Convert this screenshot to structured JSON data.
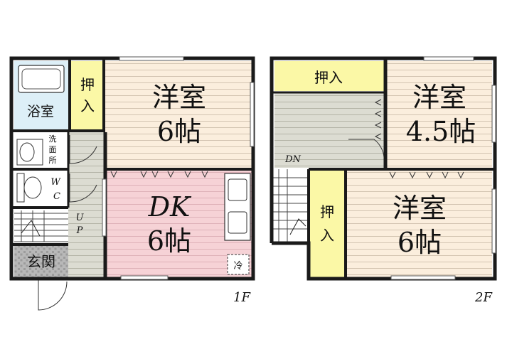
{
  "floor1": {
    "label": "1F",
    "bathroom": "浴室",
    "washroom": [
      "洗",
      "面",
      "所"
    ],
    "wc": [
      "W",
      "C"
    ],
    "stairs_up": [
      "U",
      "P"
    ],
    "entrance": "玄関",
    "closet": [
      "押",
      "入"
    ],
    "western_room": {
      "name": "洋室",
      "size": "6帖"
    },
    "dk": {
      "name": "DK",
      "size": "6帖"
    },
    "fridge": "冷"
  },
  "floor2": {
    "label": "2F",
    "closet_top": "押入",
    "stairs_down": "DN",
    "room_small": {
      "name": "洋室",
      "size": "4.5帖"
    },
    "room_large": {
      "name": "洋室",
      "size": "6帖"
    },
    "closet_side": [
      "押",
      "入"
    ]
  },
  "colors": {
    "wall": "#1a1a1a",
    "western_floor": "#fbeedd",
    "dk_floor": "#f6d2d6",
    "closet": "#fbf8a6",
    "bath": "#ddeff7",
    "hall_floor": "#dcdcd2",
    "entrance_floor": "#b5b5b5"
  }
}
